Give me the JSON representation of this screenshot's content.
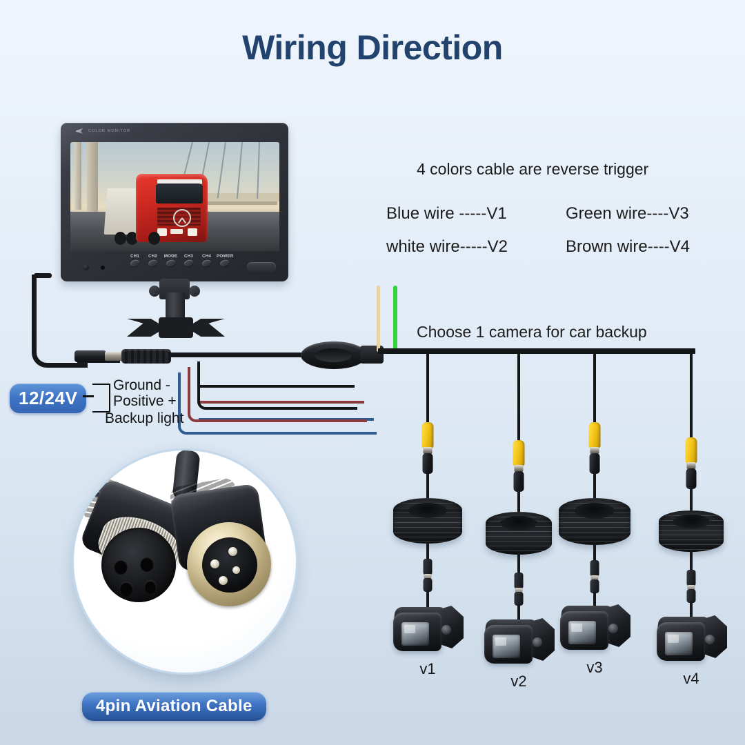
{
  "title": "Wiring Direction",
  "theme": {
    "title_color": "#22436e",
    "badge_blue": "#3f74c4",
    "bus_black": "#141517",
    "wire_tan": "#e9d2a6",
    "wire_green": "#35d23b",
    "wire_red": "#8d3a3f",
    "wire_blue": "#2f5c91",
    "connector_yellow": "#f5c518"
  },
  "info": {
    "heading": "4 colors cable are reverse trigger",
    "wires": [
      {
        "name": "Blue wire",
        "dashes": "-----",
        "channel": "V1"
      },
      {
        "name": "white wire",
        "dashes": "-----",
        "channel": "V2"
      },
      {
        "name": "Green wire",
        "dashes": "----",
        "channel": "V3"
      },
      {
        "name": "Brown wire",
        "dashes": "----",
        "channel": "V4"
      }
    ]
  },
  "choose_label": "Choose 1 camera for car backup",
  "monitor": {
    "brand_text": "COLOR MONITOR",
    "buttons": [
      "CH1",
      "CH2",
      "MODE",
      "CH3",
      "CH4",
      "POWER"
    ],
    "screen_content": "red-truck-on-bridge"
  },
  "power": {
    "voltage_badge": "12/24V",
    "leads": [
      {
        "label": "Ground -",
        "color": "#141517"
      },
      {
        "label": "Positive +",
        "color": "#8d3a3f"
      },
      {
        "label": "Backup light",
        "color": "#2f5c91"
      }
    ]
  },
  "cameras": [
    {
      "label": "v1"
    },
    {
      "label": "v2"
    },
    {
      "label": "v3"
    },
    {
      "label": "v4"
    }
  ],
  "inset": {
    "badge": "4pin Aviation Cable",
    "left_connector": "female-4-hole",
    "right_connector": "male-4-pin"
  }
}
